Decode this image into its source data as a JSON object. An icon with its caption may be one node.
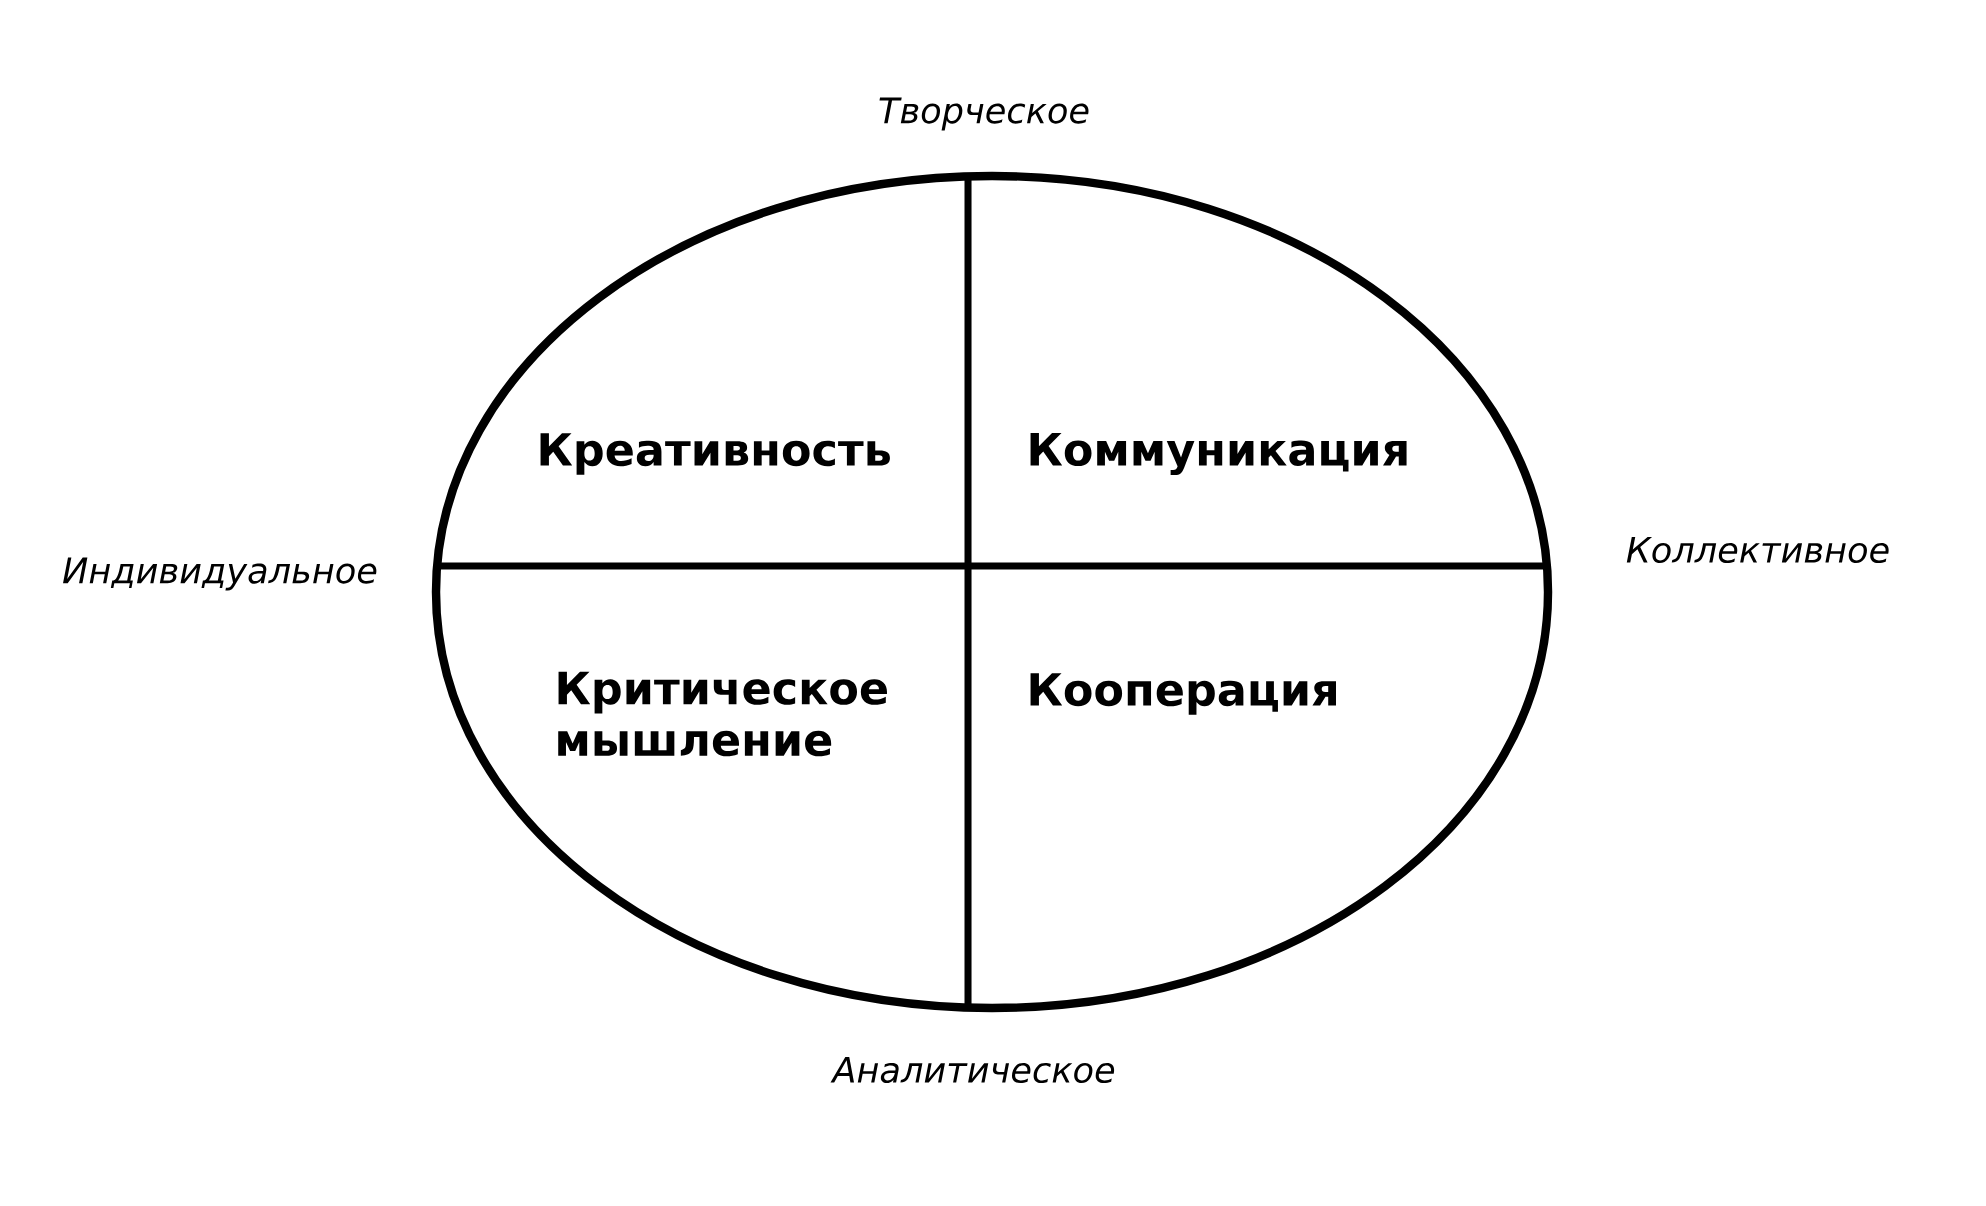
{
  "diagram": {
    "labels": [
      "Творческое",
      "Креативность",
      "Коммуникация",
      "Индивидуальное",
      "Коллективное",
      "Критическое мышление",
      "Кооперация",
      "Аналитическое"
    ]
  }
}
